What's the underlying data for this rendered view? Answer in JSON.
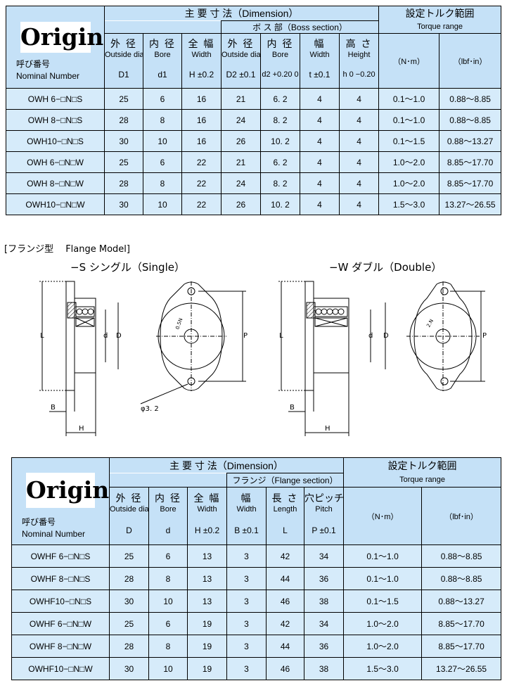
{
  "table1": {
    "logo": "Origin",
    "nominal_jp": "呼び番号",
    "nominal_en": "Nominal Number",
    "main_dim": "主 要 寸 法（Dimension）",
    "boss": "ボ ス 部（Boss section）",
    "torque_jp": "設定トルク範囲",
    "torque_en": "Torque range",
    "cols": [
      {
        "jp": "外 径",
        "en": "Outside dia.",
        "sym": "D1"
      },
      {
        "jp": "内 径",
        "en": "Bore",
        "sym": "d1"
      },
      {
        "jp": "全 幅",
        "en": "Width",
        "sym": "H ±0.2"
      },
      {
        "jp": "外 径",
        "en": "Outside dia.",
        "sym": "D2 ±0.1"
      },
      {
        "jp": "内 径",
        "en": "Bore",
        "sym": "d2 +0.20 0"
      },
      {
        "jp": "幅",
        "en": "Width",
        "sym": "t ±0.1"
      },
      {
        "jp": "高 さ",
        "en": "Height",
        "sym": "h 0 −0.20"
      }
    ],
    "unit_nm": "（N･m）",
    "unit_lbf": "（lbf･in）",
    "rows": [
      [
        "OWH 6−□N□S",
        "25",
        "6",
        "16",
        "21",
        "6. 2",
        "4",
        "4",
        "0.1～1.0",
        "0.88～8.85"
      ],
      [
        "OWH 8−□N□S",
        "28",
        "8",
        "16",
        "24",
        "8. 2",
        "4",
        "4",
        "0.1～1.0",
        "0.88～8.85"
      ],
      [
        "OWH10−□N□S",
        "30",
        "10",
        "16",
        "26",
        "10. 2",
        "4",
        "4",
        "0.1～1.5",
        "0.88～13.27"
      ],
      [
        "OWH 6−□N□W",
        "25",
        "6",
        "22",
        "21",
        "6. 2",
        "4",
        "4",
        "1.0～2.0",
        "8.85～17.70"
      ],
      [
        "OWH 8−□N□W",
        "28",
        "8",
        "22",
        "24",
        "8. 2",
        "4",
        "4",
        "1.0～2.0",
        "8.85～17.70"
      ],
      [
        "OWH10−□N□W",
        "30",
        "10",
        "22",
        "26",
        "10. 2",
        "4",
        "4",
        "1.5～3.0",
        "13.27～26.55"
      ]
    ]
  },
  "caption": "[フランジ型　 Flange Model]",
  "figures": {
    "single_title": "−S シングル（Single）",
    "double_title": "−W ダブル（Double）",
    "labels": {
      "L": "L",
      "B": "B",
      "H": "H",
      "d": "d",
      "D": "D",
      "P": "P",
      "phi": "φ3. 2",
      "mark_s": "0.5N",
      "mark_w": "2.N"
    }
  },
  "table2": {
    "logo": "Origin",
    "nominal_jp": "呼び番号",
    "nominal_en": "Nominal Number",
    "main_dim": "主 要 寸 法（Dimension）",
    "flange": "フランジ（Flange section）",
    "torque_jp": "設定トルク範囲",
    "torque_en": "Torque range",
    "cols": [
      {
        "jp": "外 径",
        "en": "Outside dia.",
        "sym": "D"
      },
      {
        "jp": "内 径",
        "en": "Bore",
        "sym": "d"
      },
      {
        "jp": "全 幅",
        "en": "Width",
        "sym": "H ±0.2"
      },
      {
        "jp": "幅",
        "en": "Width",
        "sym": "B ±0.1"
      },
      {
        "jp": "長 さ",
        "en": "Length",
        "sym": "L"
      },
      {
        "jp": "穴ピッチ",
        "en": "Pitch",
        "sym": "P ±0.1"
      }
    ],
    "unit_nm": "（N･m）",
    "unit_lbf": "（lbf･in）",
    "rows": [
      [
        "OWHF 6−□N□S",
        "25",
        "6",
        "13",
        "3",
        "42",
        "34",
        "0.1～1.0",
        "0.88～8.85"
      ],
      [
        "OWHF 8−□N□S",
        "28",
        "8",
        "13",
        "3",
        "44",
        "36",
        "0.1～1.0",
        "0.88～8.85"
      ],
      [
        "OWHF10−□N□S",
        "30",
        "10",
        "13",
        "3",
        "46",
        "38",
        "0.1～1.5",
        "0.88～13.27"
      ],
      [
        "OWHF 6−□N□W",
        "25",
        "6",
        "19",
        "3",
        "42",
        "34",
        "1.0～2.0",
        "8.85～17.70"
      ],
      [
        "OWHF 8−□N□W",
        "28",
        "8",
        "19",
        "3",
        "44",
        "36",
        "1.0～2.0",
        "8.85～17.70"
      ],
      [
        "OWHF10−□N□W",
        "30",
        "10",
        "19",
        "3",
        "46",
        "38",
        "1.5～3.0",
        "13.27～26.55"
      ]
    ]
  }
}
